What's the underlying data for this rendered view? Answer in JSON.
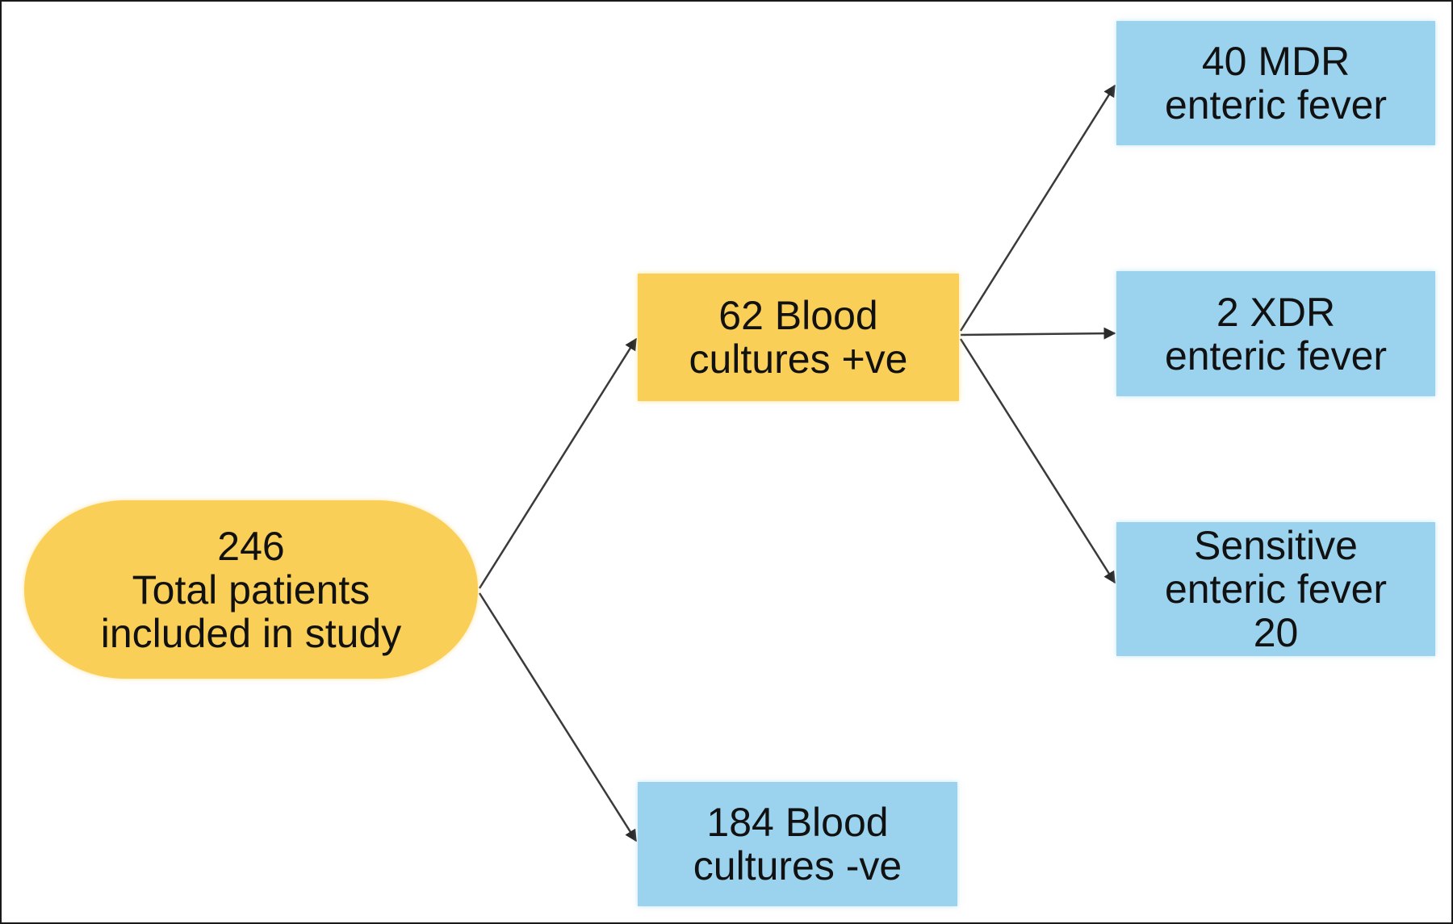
{
  "nodes": {
    "total": {
      "lines": [
        "246",
        "Total patients",
        "included in study"
      ],
      "color": "#f9cf57"
    },
    "positive": {
      "lines": [
        "62 Blood",
        "cultures +ve"
      ],
      "color": "#f9cf57"
    },
    "negative": {
      "lines": [
        "184 Blood",
        "cultures -ve"
      ],
      "color": "#9bd3ef"
    },
    "mdr": {
      "lines": [
        "40 MDR",
        "enteric fever"
      ],
      "color": "#9bd3ef"
    },
    "xdr": {
      "lines": [
        "2 XDR",
        "enteric fever"
      ],
      "color": "#9bd3ef"
    },
    "sensitive": {
      "lines": [
        "Sensitive",
        "enteric fever",
        "20"
      ],
      "color": "#9bd3ef"
    }
  },
  "edges": [
    {
      "from": "total",
      "to": "positive"
    },
    {
      "from": "total",
      "to": "negative"
    },
    {
      "from": "positive",
      "to": "mdr"
    },
    {
      "from": "positive",
      "to": "xdr"
    },
    {
      "from": "positive",
      "to": "sensitive"
    }
  ],
  "colors": {
    "edge": "#3a3a3a",
    "border": "#1a1a1a"
  }
}
